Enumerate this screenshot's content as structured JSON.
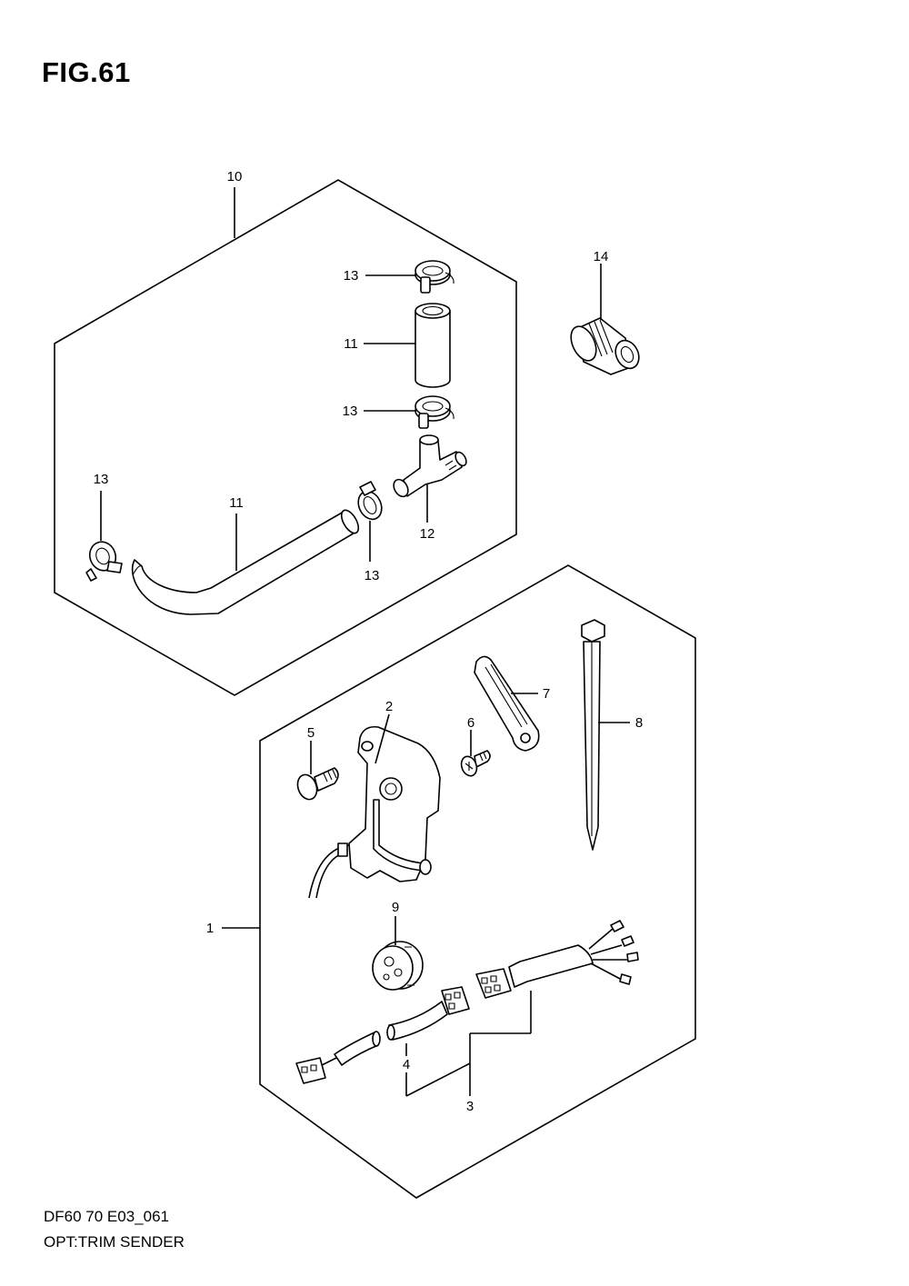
{
  "header": {
    "figure": "FIG.61"
  },
  "footer": {
    "model_code": "DF60 70 E03_061",
    "section": "OPT:TRIM SENDER"
  },
  "callouts": {
    "c1": "1",
    "c2": "2",
    "c3": "3",
    "c4": "4",
    "c5": "5",
    "c6": "6",
    "c7": "7",
    "c8": "8",
    "c9": "9",
    "c10": "10",
    "c11a": "11",
    "c11b": "11",
    "c12": "12",
    "c13a": "13",
    "c13b": "13",
    "c13c": "13",
    "c13d": "13",
    "c14": "14"
  }
}
